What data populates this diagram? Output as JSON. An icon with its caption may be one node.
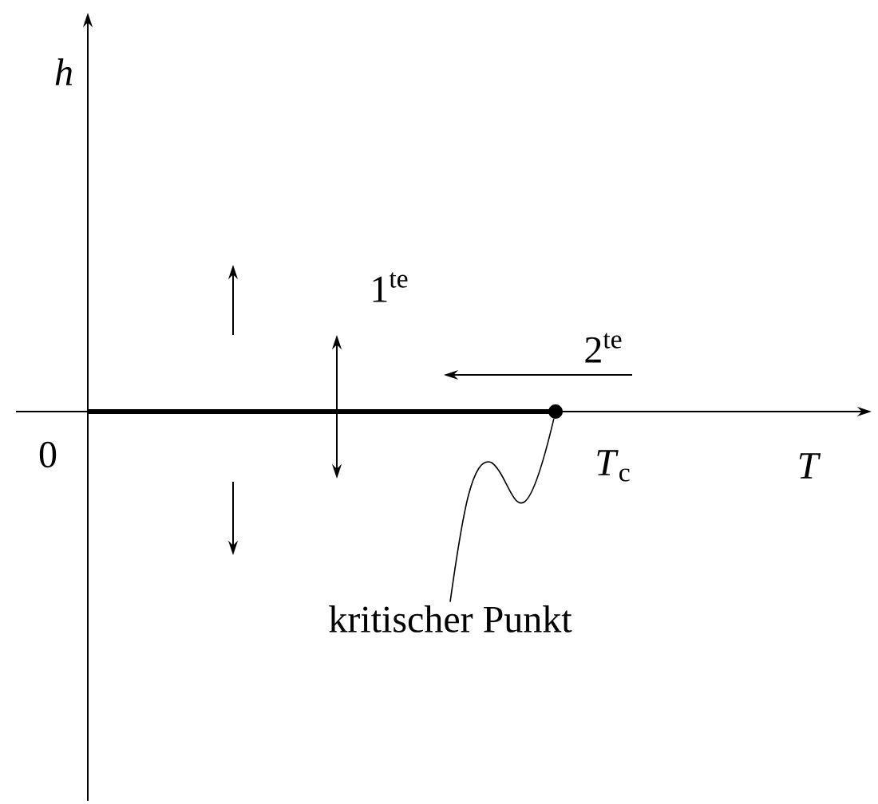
{
  "diagram": {
    "nodes": [
      {
        "text": [
          "kritischer Punkt"
        ]
      },
      {
        "text": [],
        "shape": "circle"
      }
    ],
    "edges": [
      {
        "from": 0,
        "to": 1,
        "arrow": "none"
      }
    ],
    "labels": [
      "h",
      "0",
      "*T*$_{c}$",
      "T",
      "1$^{te}$",
      "2$^{te}$"
    ]
  }
}
